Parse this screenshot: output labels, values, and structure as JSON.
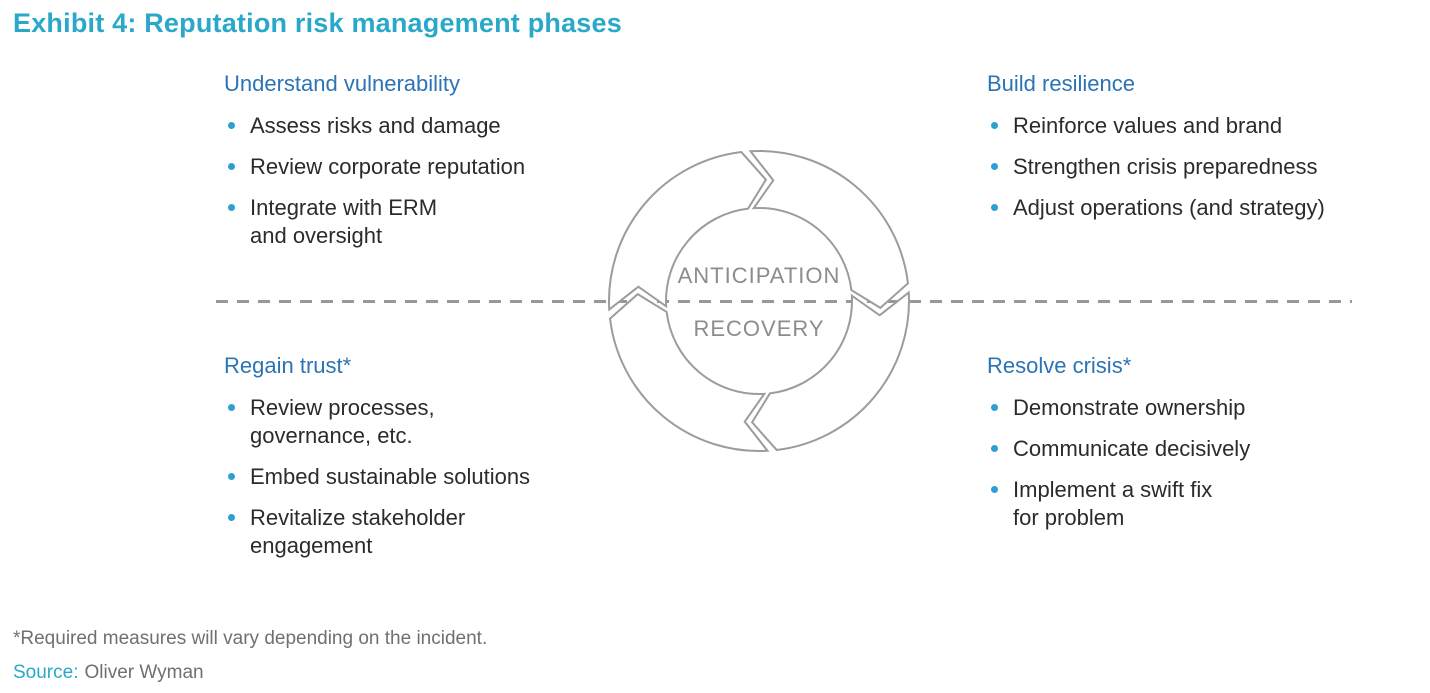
{
  "title": "Exhibit 4: Reputation risk management phases",
  "quadrants": [
    {
      "heading": "Understand vulnerability",
      "bullets": [
        "Assess risks and damage",
        "Review corporate reputation",
        "Integrate with ERM\nand oversight"
      ]
    },
    {
      "heading": "Build resilience",
      "bullets": [
        "Reinforce values and brand",
        "Strengthen crisis preparedness",
        "Adjust operations (and strategy)"
      ]
    },
    {
      "heading": "Regain trust*",
      "bullets": [
        "Review processes,\ngovernance, etc.",
        "Embed sustainable solutions",
        "Revitalize stakeholder\nengagement"
      ]
    },
    {
      "heading": "Resolve crisis*",
      "bullets": [
        "Demonstrate ownership",
        "Communicate decisively",
        "Implement a swift fix\nfor problem"
      ]
    }
  ],
  "cycle": {
    "top_label": "ANTICIPATION",
    "bottom_label": "RECOVERY"
  },
  "footnote": "*Required measures will vary depending on the incident.",
  "source_label": "Source:",
  "source_value": "Oliver Wyman",
  "colors": {
    "accent_cyan": "#2AA8CA",
    "heading_blue": "#2C74B4",
    "bullet_cyan": "#2E9FD0",
    "body_text": "#2B2B2B",
    "muted_gray": "#707070",
    "ring_gray": "#9C9CA0",
    "label_gray": "#8C8C90",
    "dash_gray": "#98989C"
  }
}
